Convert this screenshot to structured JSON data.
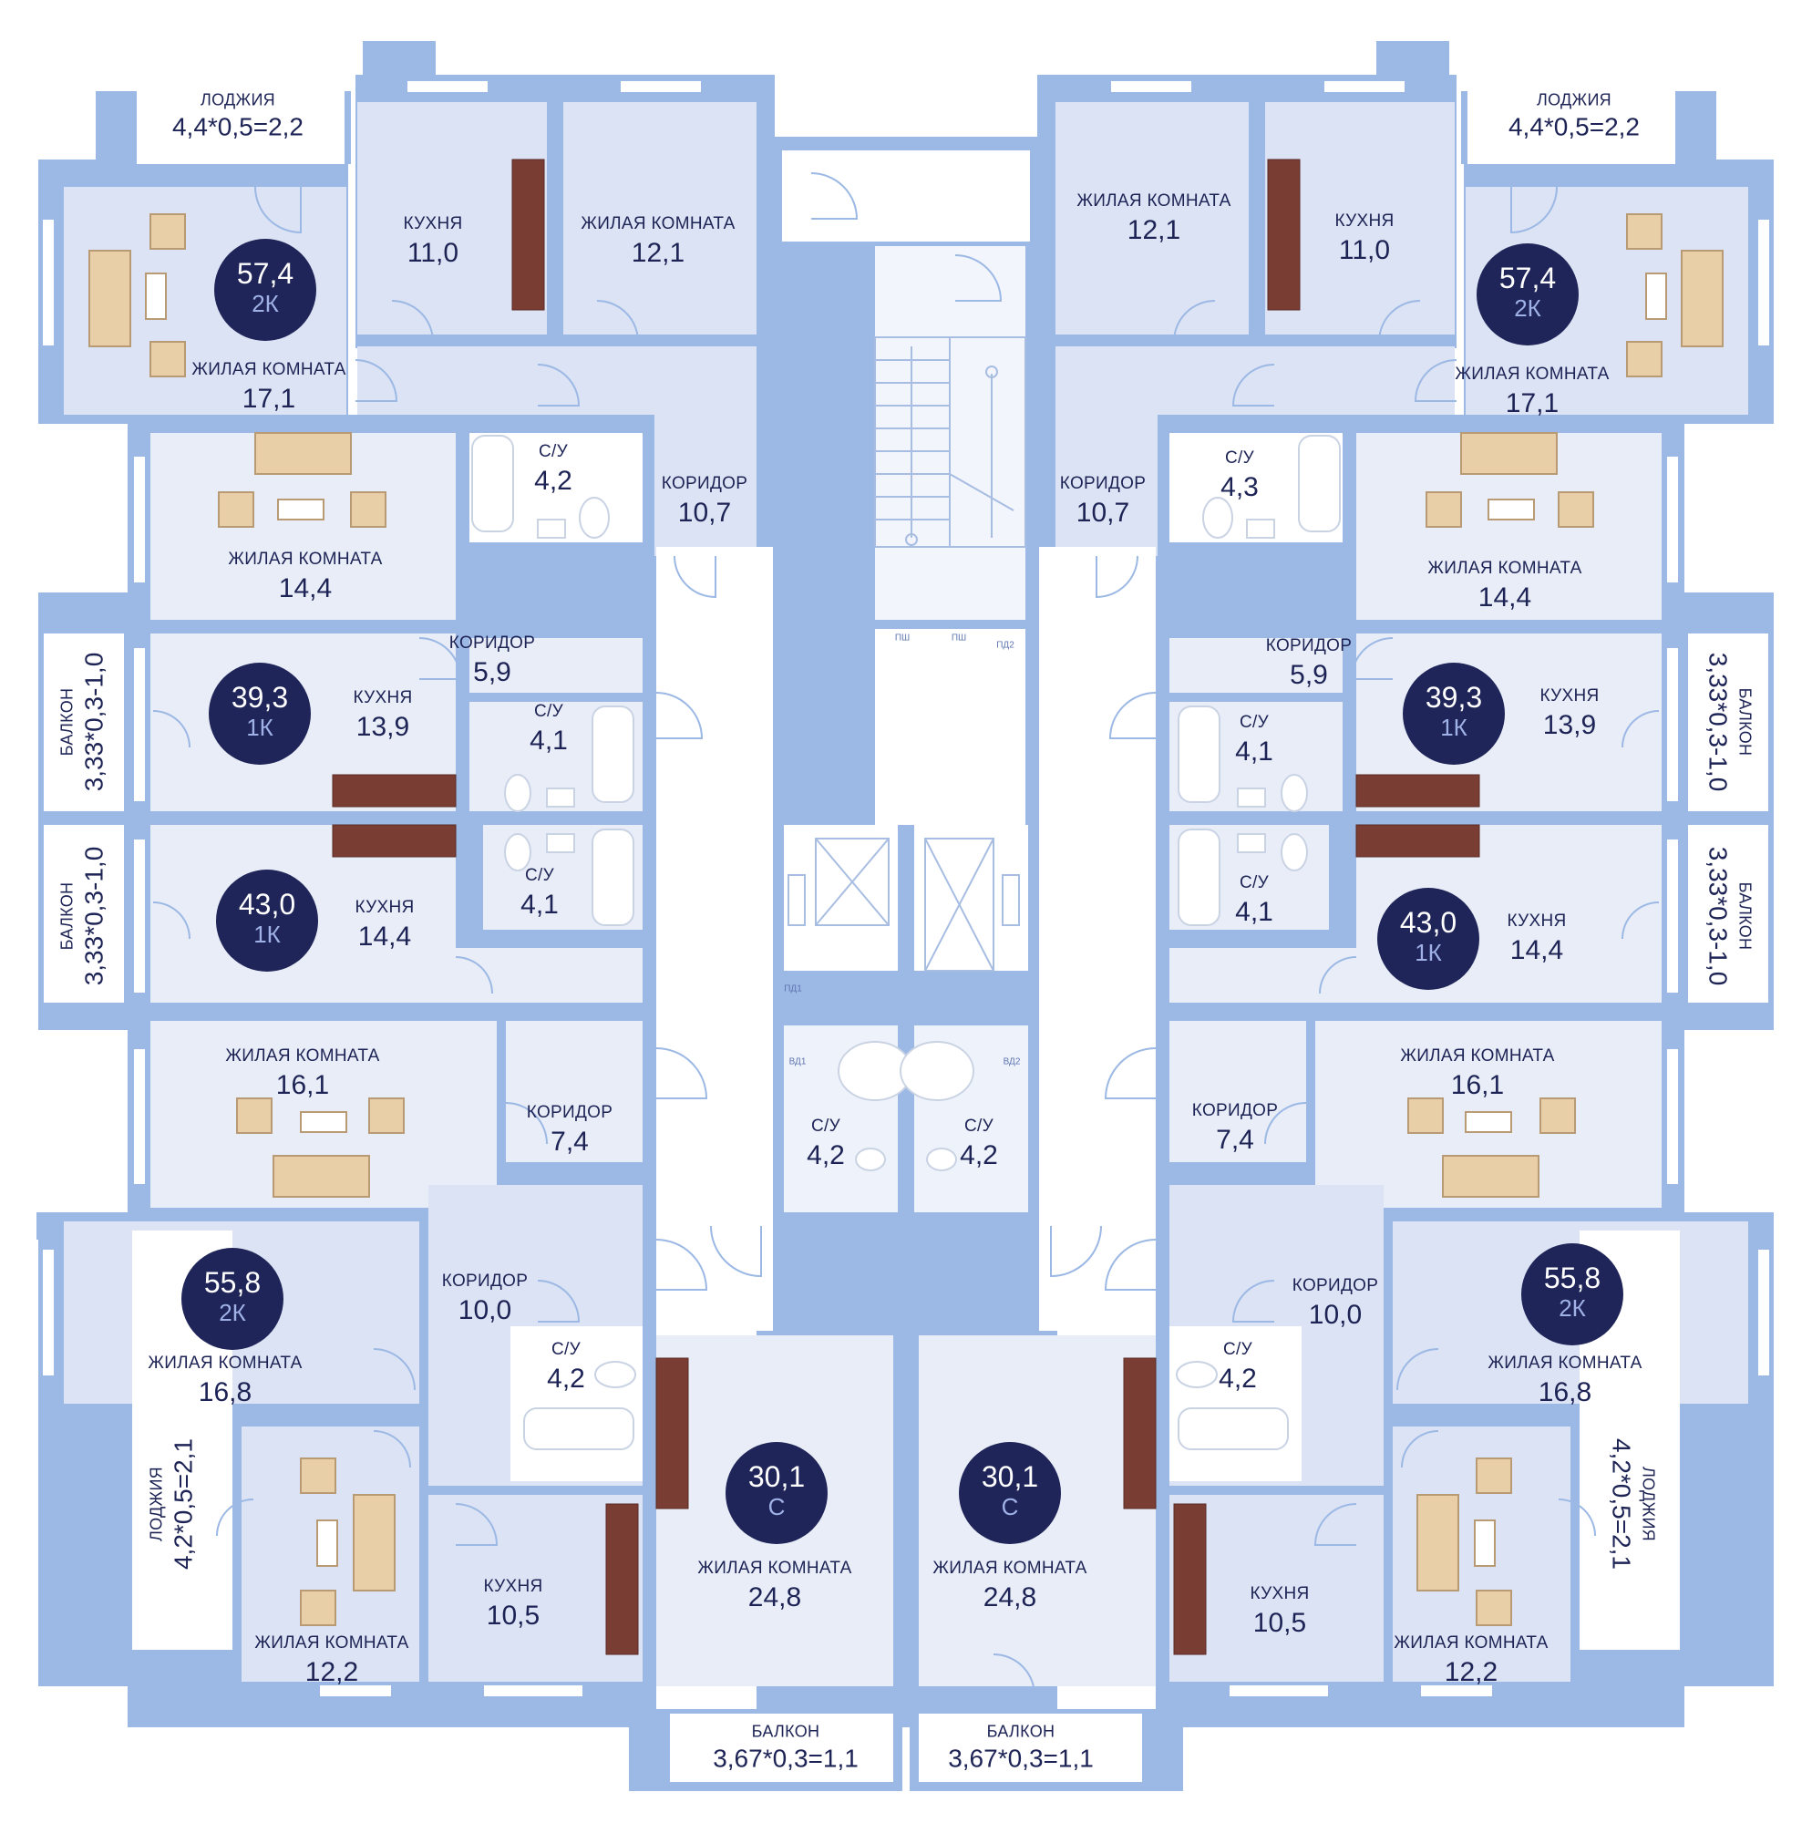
{
  "colors": {
    "wall": "#9cb8e4",
    "room_light": "#e8edf8",
    "room_mid": "#dbe3f4",
    "room_dark": "#cdd8ef",
    "stair_hall": "#f2f5fc",
    "badge": "#1f2558",
    "badge_type": "#9fb1e6",
    "text": "#1d2455",
    "furniture_wood": "#7a3d34",
    "furniture_beige": "#e8cfa8"
  },
  "apartments": [
    {
      "id": "tl",
      "total": "57,4",
      "type": "2К"
    },
    {
      "id": "tr",
      "total": "57,4",
      "type": "2К"
    },
    {
      "id": "ml1",
      "total": "39,3",
      "type": "1К"
    },
    {
      "id": "mr1",
      "total": "39,3",
      "type": "1К"
    },
    {
      "id": "ml2",
      "total": "43,0",
      "type": "1К"
    },
    {
      "id": "mr2",
      "total": "43,0",
      "type": "1К"
    },
    {
      "id": "bl",
      "total": "55,8",
      "type": "2К"
    },
    {
      "id": "br",
      "total": "55,8",
      "type": "2К"
    },
    {
      "id": "cl",
      "total": "30,1",
      "type": "С"
    },
    {
      "id": "cr",
      "total": "30,1",
      "type": "С"
    }
  ],
  "rooms": [
    {
      "name": "ЖИЛАЯ КОМНАТА",
      "area": "17,1"
    },
    {
      "name": "КУХНЯ",
      "area": "11,0"
    },
    {
      "name": "ЖИЛАЯ КОМНАТА",
      "area": "12,1"
    },
    {
      "name": "ЖИЛАЯ КОМНАТА",
      "area": "12,1"
    },
    {
      "name": "КУХНЯ",
      "area": "11,0"
    },
    {
      "name": "ЖИЛАЯ КОМНАТА",
      "area": "17,1"
    },
    {
      "name": "С/У",
      "area": "4,2"
    },
    {
      "name": "КОРИДОР",
      "area": "10,7"
    },
    {
      "name": "КОРИДОР",
      "area": "10,7"
    },
    {
      "name": "С/У",
      "area": "4,3"
    },
    {
      "name": "ЖИЛАЯ КОМНАТА",
      "area": "14,4"
    },
    {
      "name": "ЖИЛАЯ КОМНАТА",
      "area": "14,4"
    },
    {
      "name": "КОРИДОР",
      "area": "5,9"
    },
    {
      "name": "КОРИДОР",
      "area": "5,9"
    },
    {
      "name": "КУХНЯ",
      "area": "13,9"
    },
    {
      "name": "КУХНЯ",
      "area": "13,9"
    },
    {
      "name": "С/У",
      "area": "4,1"
    },
    {
      "name": "С/У",
      "area": "4,1"
    },
    {
      "name": "С/У",
      "area": "4,1"
    },
    {
      "name": "С/У",
      "area": "4,1"
    },
    {
      "name": "КУХНЯ",
      "area": "14,4"
    },
    {
      "name": "КУХНЯ",
      "area": "14,4"
    },
    {
      "name": "ЖИЛАЯ КОМНАТА",
      "area": "16,1"
    },
    {
      "name": "ЖИЛАЯ КОМНАТА",
      "area": "16,1"
    },
    {
      "name": "КОРИДОР",
      "area": "7,4"
    },
    {
      "name": "КОРИДОР",
      "area": "7,4"
    },
    {
      "name": "С/У",
      "area": "4,2"
    },
    {
      "name": "С/У",
      "area": "4,2"
    },
    {
      "name": "КОРИДОР",
      "area": "10,0"
    },
    {
      "name": "КОРИДОР",
      "area": "10,0"
    },
    {
      "name": "ЖИЛАЯ КОМНАТА",
      "area": "16,8"
    },
    {
      "name": "ЖИЛАЯ КОМНАТА",
      "area": "16,8"
    },
    {
      "name": "С/У",
      "area": "4,2"
    },
    {
      "name": "С/У",
      "area": "4,2"
    },
    {
      "name": "ЖИЛАЯ КОМНАТА",
      "area": "24,8"
    },
    {
      "name": "ЖИЛАЯ КОМНАТА",
      "area": "24,8"
    },
    {
      "name": "КУХНЯ",
      "area": "10,5"
    },
    {
      "name": "КУХНЯ",
      "area": "10,5"
    },
    {
      "name": "ЖИЛАЯ КОМНАТА",
      "area": "12,2"
    },
    {
      "name": "ЖИЛАЯ КОМНАТА",
      "area": "12,2"
    }
  ],
  "outdoor": [
    {
      "name": "ЛОДЖИЯ",
      "area": "4,4*0,5=2,2"
    },
    {
      "name": "ЛОДЖИЯ",
      "area": "4,4*0,5=2,2"
    },
    {
      "name": "БАЛКОН",
      "area": "3,33*0,3-1,0"
    },
    {
      "name": "БАЛКОН",
      "area": "3,33*0,3-1,0"
    },
    {
      "name": "БАЛКОН",
      "area": "3,33*0,3-1,0"
    },
    {
      "name": "БАЛКОН",
      "area": "3,33*0,3-1,0"
    },
    {
      "name": "ЛОДЖИЯ",
      "area": "4,2*0,5=2,1"
    },
    {
      "name": "ЛОДЖИЯ",
      "area": "4,2*0,5=2,1"
    },
    {
      "name": "БАЛКОН",
      "area": "3,67*0,3=1,1"
    },
    {
      "name": "БАЛКОН",
      "area": "3,67*0,3=1,1"
    }
  ],
  "tags": [
    "ПШ",
    "ПШ",
    "ПД2",
    "ПД1",
    "ВД1",
    "ВД2"
  ]
}
